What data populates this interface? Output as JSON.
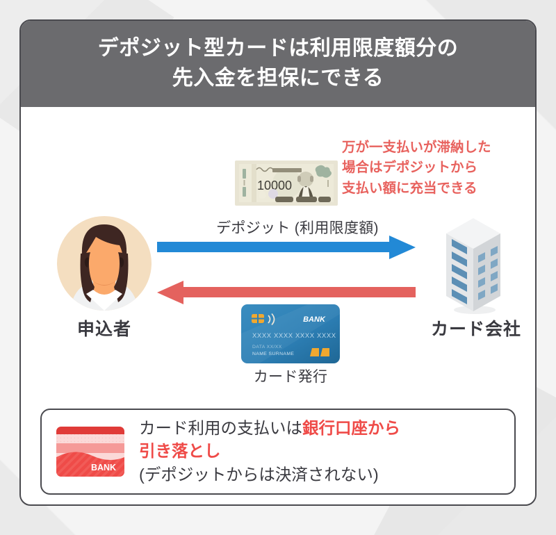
{
  "page": {
    "background_color": "#f0f0f0",
    "card_background": "#ffffff",
    "card_border_color": "#4a4a4f"
  },
  "header": {
    "background_color": "#6b6b6e",
    "text_color": "#ffffff",
    "title": "デポジット型カードは利用限度額分の\n先入金を担保にできる"
  },
  "diagram": {
    "warning_note": {
      "text": "万が一支払いが滞納した\n場合はデポジットから\n支払い額に充当できる",
      "color": "#e8625e"
    },
    "banknote": {
      "name": "banknote-10000-yen",
      "value": "10000",
      "base_color": "#e6e2d0",
      "accent_color": "#8e8a78"
    },
    "flow_top": {
      "label": "デポジット (利用限度額)",
      "arrow_direction": "right",
      "arrow_color": "#2289d6"
    },
    "flow_bottom": {
      "label": "カード発行",
      "arrow_direction": "left",
      "arrow_color": "#e4625e"
    },
    "actor_left": {
      "label": "申込者",
      "icon": "person-avatar-icon",
      "circle_color": "#f3ddbf",
      "skin_color": "#fba96b",
      "hair_color": "#3e2622"
    },
    "actor_right": {
      "label": "カード会社",
      "icon": "office-building-icon",
      "wall_color": "#e9eaec",
      "window_color": "#5c8fb5"
    },
    "credit_card": {
      "name": "credit-card-icon",
      "brand": "BANK",
      "number": "XXXX XXXX XXXX XXXX",
      "date_line": "DATA XX/XX",
      "name_line": "NAME SURNAME",
      "card_color": "#2d7fb5",
      "chip_color": "#f0a830"
    }
  },
  "info_box": {
    "icon": "bank-card-red-icon",
    "icon_label": "BANK",
    "line1_prefix": "カード利用の支払いは",
    "line1_highlight": "銀行口座から",
    "line2_highlight": "引き落とし",
    "line3": "(デポジットからは決済されない)",
    "highlight_color": "#ef4b48",
    "text_color": "#3a3a40"
  }
}
